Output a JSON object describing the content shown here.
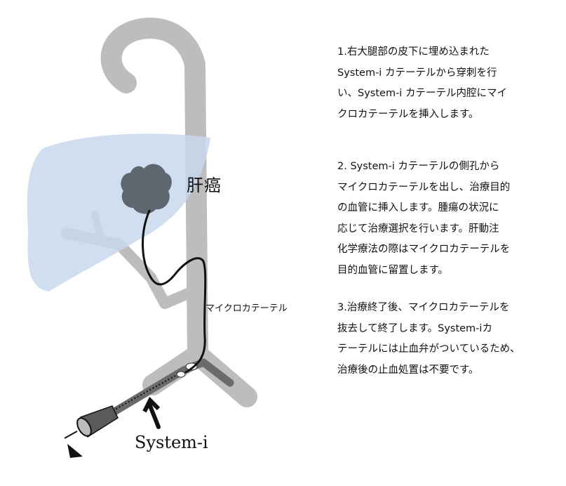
{
  "labels": {
    "liver_cancer": "肝癌",
    "microcatheter": "マイクロカテーテル",
    "system_i": "System-i"
  },
  "steps": [
    {
      "lines": [
        "1.右大腿部の皮下に埋め込まれた",
        "System-i カテーテルから穿刺を行",
        "い、System-i カテーテル内腔にマイ",
        "クロカテーテルを挿入します。"
      ]
    },
    {
      "lines": [
        "2. System-i カテーテルの側孔から",
        "マイクロカテーテルを出し、治療目的",
        "の血管に挿入します。腫瘍の状況に",
        "応じて治療選択を行います。肝動注",
        "化学療法の際はマイクロカテーテルを",
        "目的血管に留置します。"
      ]
    },
    {
      "lines": [
        "3.治療終了後、マイクロカテーテルを",
        "抜去して終了します。System-iカ",
        "テーテルには止血弁がついているため、",
        "治療後の止血処置は不要です。"
      ]
    }
  ],
  "colors": {
    "vessel": "#bdbdbd",
    "liver": "#c8d8ec",
    "tumor": "#5f6670",
    "catheter_dark": "#6a6a6a",
    "line": "#111111"
  }
}
